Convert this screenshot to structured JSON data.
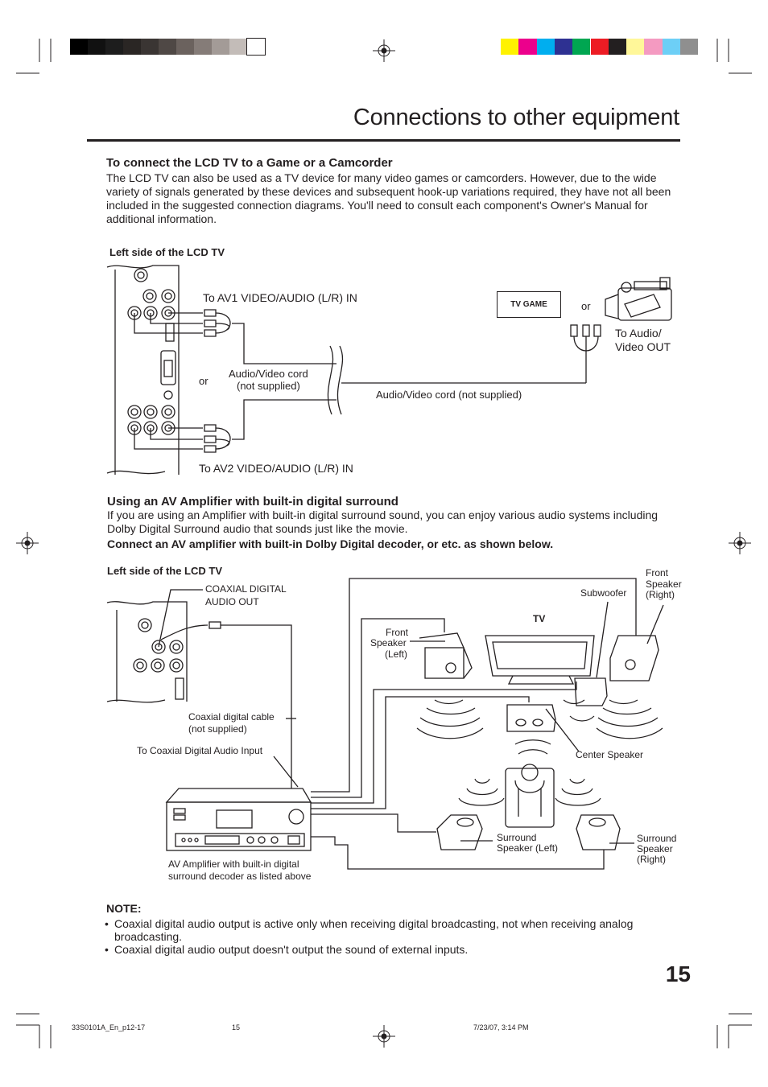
{
  "page": {
    "title": "Connections to other equipment",
    "page_number": "15"
  },
  "color_bars": {
    "grayscale": [
      "#000000",
      "#111111",
      "#1d1d1d",
      "#2a2624",
      "#3a3533",
      "#4f4845",
      "#6b625e",
      "#857c78",
      "#a39b97",
      "#c3bcb8",
      "#ffffff"
    ],
    "colors": [
      "#fff200",
      "#ec008c",
      "#00aeef",
      "#2e3192",
      "#00a651",
      "#ed1c24",
      "#231f20",
      "#fff799",
      "#f49ac1",
      "#6dcff6",
      "#8f8f8f"
    ]
  },
  "section1": {
    "heading": "To connect the LCD TV to a Game or a Camcorder",
    "paragraph": "The LCD TV can also be used as a TV device for many video games or camcorders. However, due to the wide variety of signals generated by these devices and subsequent hook-up variations required, they have not all been included in the suggested connection diagrams. You'll need to consult each component's Owner's Manual for additional information.",
    "diagram": {
      "side_label": "Left side of the LCD TV",
      "av1": "To AV1 VIDEO/AUDIO (L/R) IN",
      "av2": "To AV2 VIDEO/AUDIO (L/R) IN",
      "or1": "or",
      "or2": "or",
      "cord_short_1": "Audio/Video cord",
      "cord_short_2": "(not supplied)",
      "cord_long": "Audio/Video cord (not supplied)",
      "tv_game": "TV GAME",
      "to_audio_1": "To Audio/",
      "to_audio_2": "Video OUT"
    }
  },
  "section2": {
    "heading": "Using an AV Amplifier with built-in digital surround",
    "paragraph": "If you are using an Amplifier with built-in digital surround sound, you can enjoy various audio systems including Dolby Digital Surround audio that sounds just like the movie.",
    "bold_line": "Connect an AV amplifier with built-in Dolby Digital decoder, or etc. as shown below.",
    "diagram": {
      "side_label": "Left side of the LCD TV",
      "coax_out_1": "COAXIAL DIGITAL",
      "coax_out_2": "AUDIO OUT",
      "coax_cable_1": "Coaxial digital cable",
      "coax_cable_2": "(not supplied)",
      "coax_input": "To Coaxial Digital Audio Input",
      "amp_1": "AV Amplifier with built-in digital",
      "amp_2": "surround decoder as listed above",
      "tv": "TV",
      "front_left_1": "Front",
      "front_left_2": "Speaker",
      "front_left_3": "(Left)",
      "subwoofer": "Subwoofer",
      "front_right_1": "Front",
      "front_right_2": "Speaker",
      "front_right_3": "(Right)",
      "center": "Center Speaker",
      "surround_left_1": "Surround",
      "surround_left_2": "Speaker (Left)",
      "surround_right_1": "Surround",
      "surround_right_2": "Speaker",
      "surround_right_3": "(Right)"
    }
  },
  "note": {
    "heading": "NOTE:",
    "items": [
      "Coaxial digital audio output is active only when receiving digital broadcasting, not when receiving analog broadcasting.",
      "Coaxial digital audio output doesn't output the sound of external inputs."
    ]
  },
  "footer": {
    "file": "33S0101A_En_p12-17",
    "page": "15",
    "date": "7/23/07, 3:14 PM"
  }
}
